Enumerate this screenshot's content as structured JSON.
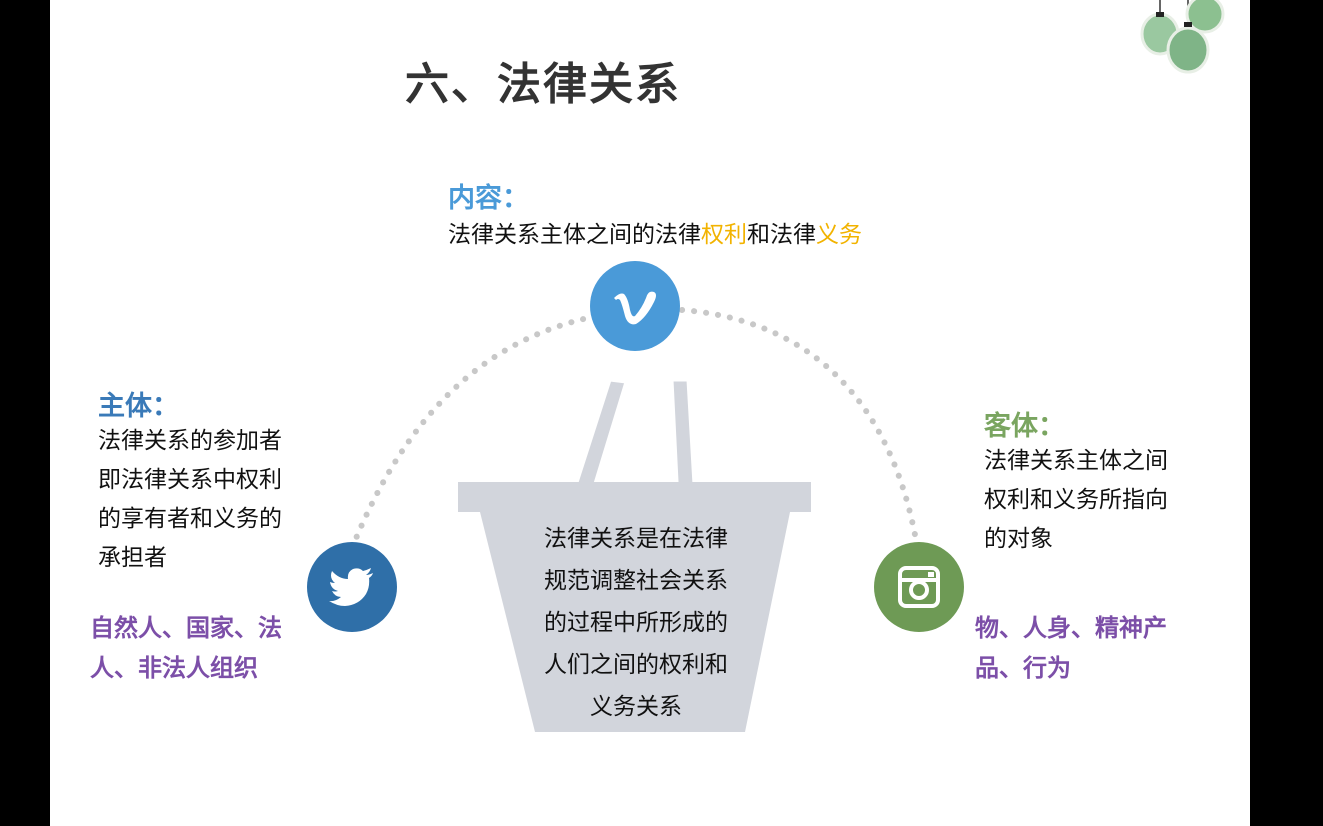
{
  "title": "六、法律关系",
  "content": {
    "heading": "内容：",
    "text_before": "法律关系主体之间的法律",
    "highlight1": "权利",
    "text_middle": "和法律",
    "highlight2": "义务"
  },
  "subject": {
    "heading": "主体：",
    "lines": [
      "法律关系的参加者",
      "即法律关系中权利",
      "的享有者和义务的",
      "承担者"
    ],
    "examples": [
      "自然人、国家、法",
      "人、非法人组织"
    ]
  },
  "object": {
    "heading": "客体：",
    "lines": [
      "法律关系主体之间",
      "权利和义务所指向",
      "的对象"
    ],
    "examples": [
      "物、人身、精神产",
      "品、行为"
    ]
  },
  "basket": {
    "lines": [
      "法律关系是在法律",
      "规范调整社会关系",
      "的过程中所形成的",
      "人们之间的权利和",
      "义务关系"
    ]
  },
  "colors": {
    "heading_blue": "#3a7ab8",
    "heading_green": "#7aa560",
    "highlight": "#f2b300",
    "purple": "#7c4fa8",
    "circle_top": "#4a9ad8",
    "circle_left": "#2f6fa8",
    "circle_right": "#6e9a55"
  },
  "icons": {
    "top": "vimeo-icon",
    "left": "twitter-bird-icon",
    "right": "instagram-camera-icon"
  }
}
